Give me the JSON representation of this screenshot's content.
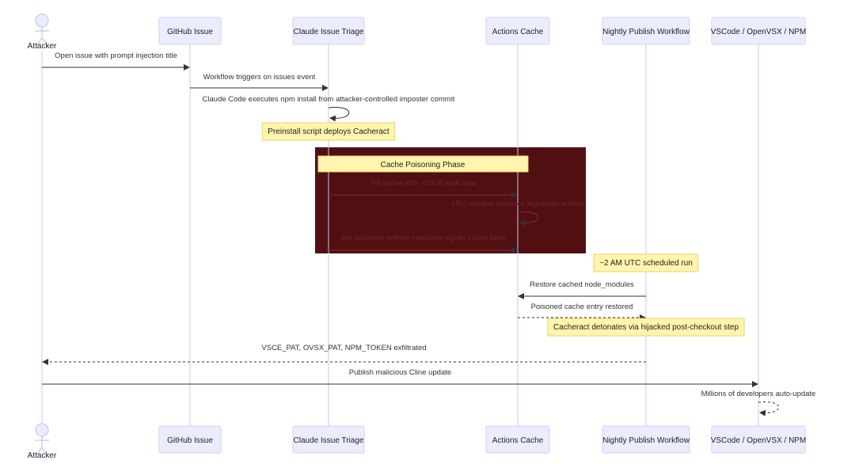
{
  "actors": [
    {
      "id": "attacker",
      "label": "Attacker",
      "kind": "person"
    },
    {
      "id": "github",
      "label": "GitHub Issue",
      "kind": "box"
    },
    {
      "id": "triage",
      "label": "Claude Issue Triage",
      "kind": "box"
    },
    {
      "id": "cache",
      "label": "Actions Cache",
      "kind": "box"
    },
    {
      "id": "nightly",
      "label": "Nightly Publish Workflow",
      "kind": "box"
    },
    {
      "id": "registry",
      "label": "VSCode / OpenVSX / NPM",
      "kind": "box"
    }
  ],
  "region": {
    "label": "Cache Poisoning Phase",
    "color": "#520f12"
  },
  "messages": [
    {
      "from": "attacker",
      "to": "github",
      "label": "Open issue with prompt injection title",
      "style": "solid"
    },
    {
      "from": "github",
      "to": "triage",
      "label": "Workflow triggers on issues event",
      "style": "solid"
    },
    {
      "from": "triage",
      "to": "triage",
      "label": "Claude Code executes npm install from attacker-controlled imposter commit",
      "style": "solid"
    },
    {
      "note": "Preinstall script deploys Cacheract",
      "over": [
        "triage"
      ]
    },
    {
      "from": "triage",
      "to": "cache",
      "label": "Fill cache with >10GB junk data",
      "style": "solid"
    },
    {
      "from": "cache",
      "to": "cache",
      "label": "LRU eviction removes legitimate entries",
      "style": "solid"
    },
    {
      "from": "triage",
      "to": "cache",
      "label": "Set poisoned entries matching nightly cache keys",
      "style": "solid"
    },
    {
      "note": "~2 AM UTC scheduled run",
      "over": [
        "nightly"
      ]
    },
    {
      "from": "nightly",
      "to": "cache",
      "label": "Restore cached node_modules",
      "style": "solid"
    },
    {
      "from": "cache",
      "to": "nightly",
      "label": "Poisoned cache entry restored",
      "style": "dotted"
    },
    {
      "note": "Cacheract detonates via hijacked post-checkout step",
      "over": [
        "nightly"
      ]
    },
    {
      "from": "nightly",
      "to": "attacker",
      "label": "VSCE_PAT, OVSX_PAT, NPM_TOKEN exfiltrated",
      "style": "dotted"
    },
    {
      "from": "attacker",
      "to": "registry",
      "label": "Publish malicious Cline update",
      "style": "solid"
    },
    {
      "from": "registry",
      "to": "registry",
      "label": "Millions of developers auto-update",
      "style": "dotted"
    }
  ],
  "colors": {
    "actor_fill": "#ececff",
    "actor_stroke": "#cfd0f5",
    "lifeline": "#c8c8f0",
    "arrow": "#333333",
    "note_fill": "#fff5ad",
    "note_stroke": "#e6d27a",
    "region_text": "#1f1f1f"
  }
}
